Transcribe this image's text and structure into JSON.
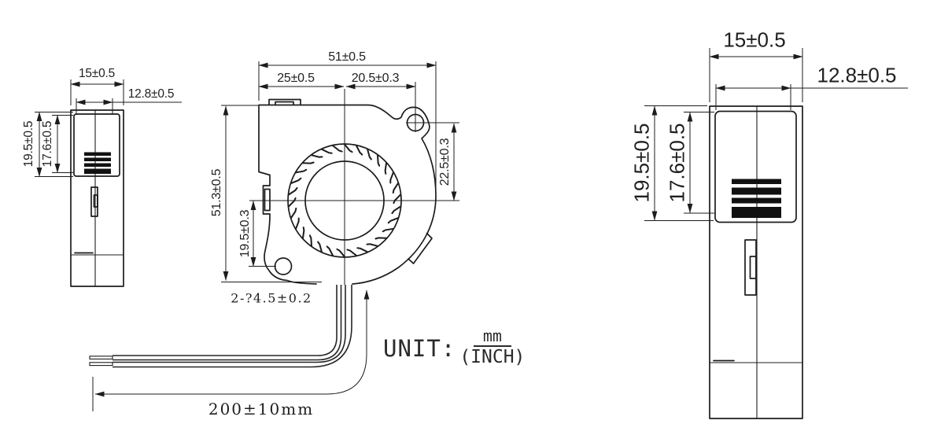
{
  "drawing": {
    "background": "#ffffff",
    "line_color": "#1c1c1c",
    "unit": {
      "label": "UNIT:",
      "numerator": "mm",
      "denominator": "(INCH)"
    },
    "left_view": {
      "width": "15±0.5",
      "inner_width": "12.8±0.5",
      "height": "19.5±0.5",
      "inner_height": "17.6±0.5"
    },
    "front_view": {
      "overall_width": "51±0.5",
      "left_to_center": "25±0.5",
      "center_to_hole": "20.5±0.3",
      "overall_height": "51.3±0.5",
      "hole_to_center": "22.5±0.3",
      "center_to_lower_hole": "19.5±0.3",
      "hole_note": "2-?4.5±0.2"
    },
    "right_view": {
      "width": "15±0.5",
      "inner_width": "12.8±0.5",
      "height": "19.5±0.5",
      "inner_height": "17.6±0.5"
    },
    "wire": {
      "length": "200±10mm"
    }
  }
}
